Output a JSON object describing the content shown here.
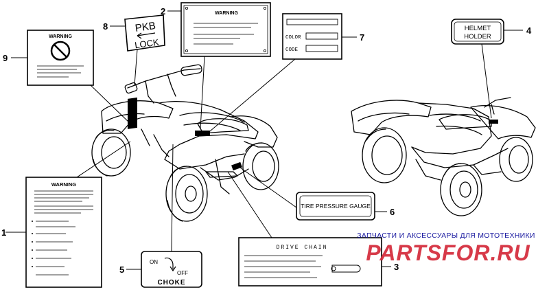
{
  "callouts": [
    "1",
    "2",
    "3",
    "4",
    "5",
    "6",
    "7",
    "8",
    "9"
  ],
  "labels": {
    "warning": "WARNING",
    "color": "COLOR",
    "code": "CODE",
    "helmet_line1": "HELMET",
    "helmet_line2": "HOLDER",
    "pkb": "PKB",
    "lock": "LOCK",
    "tire_pressure": "TIRE PRESSURE GAUGE",
    "drive_chain": "DRIVE CHAIN",
    "choke_on": "ON",
    "choke_off": "OFF",
    "choke": "CHOKE"
  },
  "watermark": {
    "subtitle": "ЗАПЧАСТИ И АКСЕССУАРЫ ДЛЯ МОТОТЕХНИКИ",
    "brand": "PARTSFOR.RU"
  },
  "colors": {
    "line": "#000000",
    "watermark_blue": "#1a1aa0",
    "watermark_red": "#d42a3a"
  }
}
